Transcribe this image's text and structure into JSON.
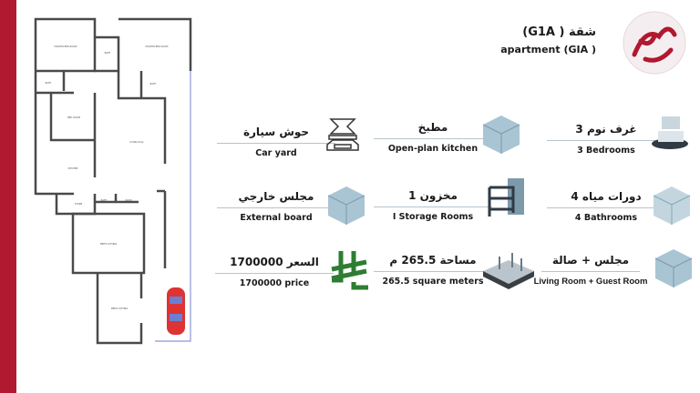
{
  "header": {
    "title_ar": "شقة ( G1A)",
    "title_en": "apartment (GIA )"
  },
  "floor_plan": {
    "rooms": [
      "MASTER BED ROOM",
      "BATH",
      "MASTER BED ROOM",
      "BATH",
      "BATH",
      "BED ROOM",
      "LIVING HALL",
      "KITCHEN",
      "STORE",
      "BATH",
      "WASH",
      "MEN'S SITTING",
      "MEN'S SITTING"
    ]
  },
  "features": [
    {
      "ar": "حوش سيارة",
      "en": "Car yard",
      "icon": "car-lift-icon"
    },
    {
      "ar": "مطبخ",
      "en": "Open-plan kitchen",
      "icon": "kitchen-icon"
    },
    {
      "ar": "غرف نوم  3",
      "en": "3 Bedrooms",
      "icon": "bedroom-icon"
    },
    {
      "ar": "مجلس خارجي",
      "en": "External board",
      "icon": "sitting-room-icon"
    },
    {
      "ar": "مخزون 1",
      "en": "I Storage Rooms",
      "icon": "storage-icon"
    },
    {
      "ar": "دورات مياه 4",
      "en": "4 Bathrooms",
      "icon": "bathroom-icon"
    },
    {
      "ar": "السعر  1700000",
      "en": "1700000  price",
      "icon": "riyal-icon"
    },
    {
      "ar": "مساحة  265.5  م",
      "en": "265.5  square meters",
      "icon": "area-model-icon"
    },
    {
      "ar": "مجلس + صالة",
      "en": "Living Room + Guest Room",
      "icon": "living-room-icon"
    }
  ],
  "colors": {
    "brand": "#b0192f",
    "riyal": "#2e7d32",
    "room": "#a9c4d3"
  }
}
